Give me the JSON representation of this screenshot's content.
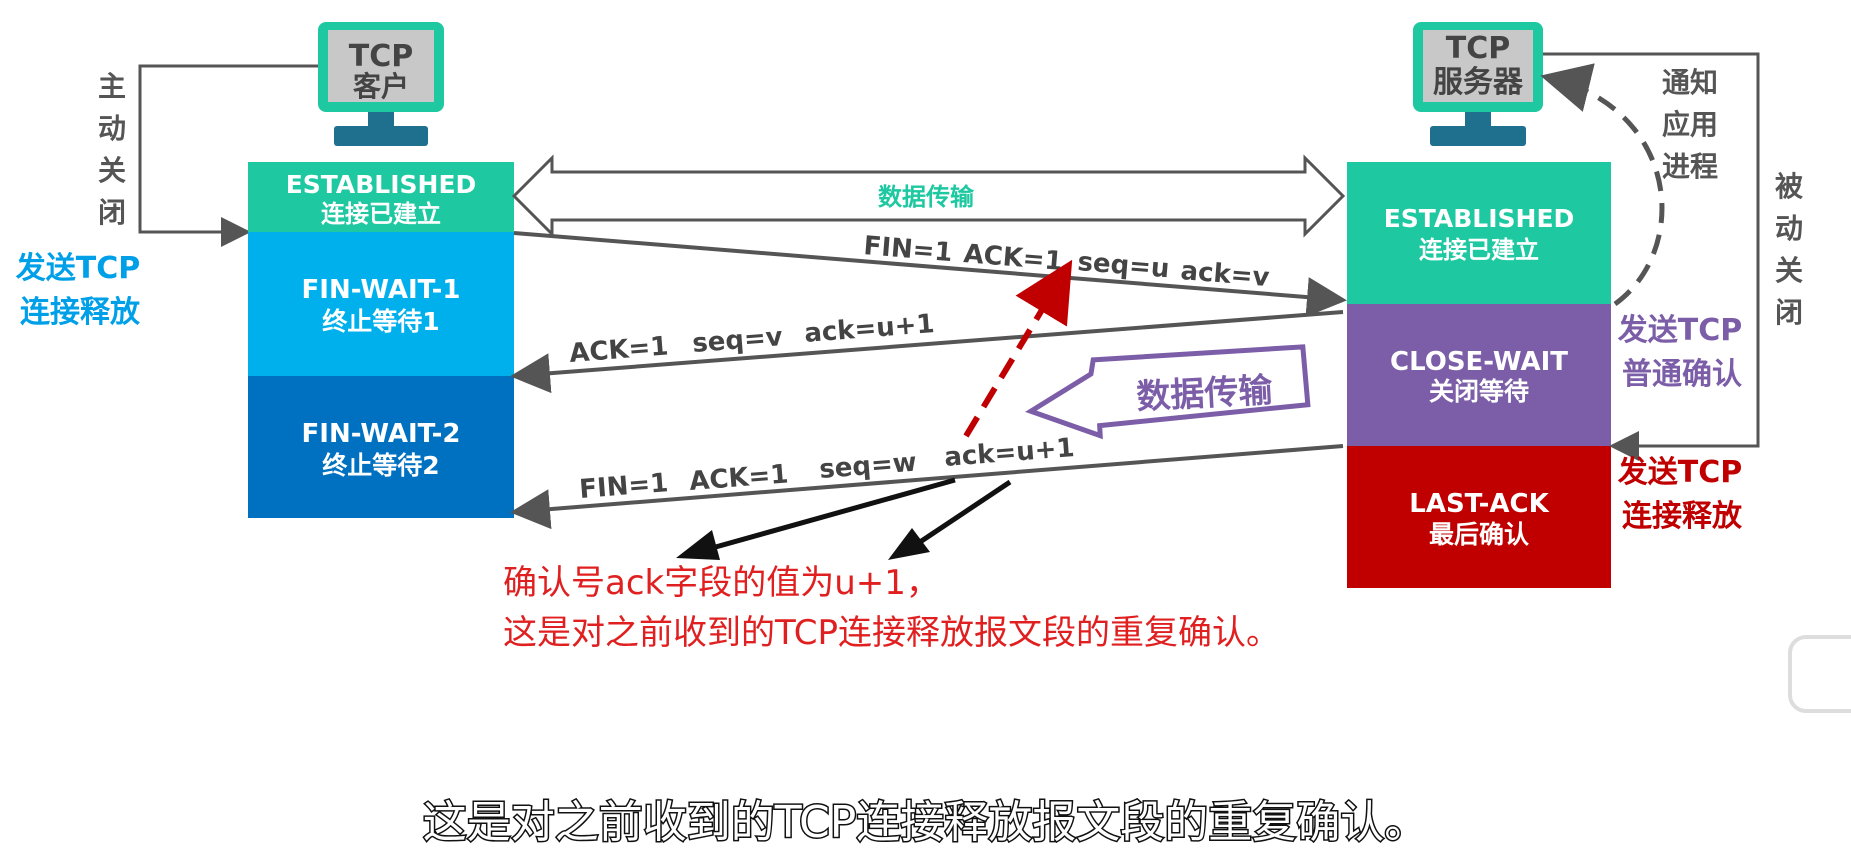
{
  "client": {
    "monitor_l1": "TCP",
    "monitor_l2": "客户",
    "active_close": [
      "主",
      "动",
      "关",
      "闭"
    ],
    "send_release_l1": "发送TCP",
    "send_release_l2": "连接释放",
    "states": [
      {
        "name": "ESTABLISHED",
        "cn": "连接已建立",
        "color": "#1ec8a0"
      },
      {
        "name": "FIN-WAIT-1",
        "cn": "终止等待1",
        "color": "#00b0ec"
      },
      {
        "name": "FIN-WAIT-2",
        "cn": "终止等待2",
        "color": "#0070c0"
      }
    ]
  },
  "server": {
    "monitor_l1": "TCP",
    "monitor_l2": "服务器",
    "notify_app": [
      "通知",
      "应用",
      "进程"
    ],
    "passive_close": [
      "被",
      "动",
      "关",
      "闭"
    ],
    "send_ack_l1": "发送TCP",
    "send_ack_l2": "普通确认",
    "send_release_l1": "发送TCP",
    "send_release_l2": "连接释放",
    "states": [
      {
        "name": "ESTABLISHED",
        "cn": "连接已建立",
        "color": "#1ec8a0"
      },
      {
        "name": "CLOSE-WAIT",
        "cn": "关闭等待",
        "color": "#7b5ea7"
      },
      {
        "name": "LAST-ACK",
        "cn": "最后确认",
        "color": "#c00000"
      }
    ]
  },
  "data_transfer_top": "数据传输",
  "data_transfer_mid": "数据传输",
  "seg1": {
    "fin": "FIN=1",
    "ack": "ACK=1",
    "seq": "seq=u",
    "ackn": "ack=v"
  },
  "seg2": {
    "ack": "ACK=1",
    "seq": "seq=v",
    "ackn": "ack=u+1"
  },
  "seg3": {
    "fin": "FIN=1",
    "ack": "ACK=1",
    "seq": "seq=w",
    "ackn": "ack=u+1"
  },
  "note_l1": "确认号ack字段的值为u+1，",
  "note_l2": "这是对之前收到的TCP连接释放报文段的重复确认。",
  "subtitle": "这是对之前收到的TCP连接释放报文段的重复确认。",
  "colors": {
    "teal": "#1ec8a0",
    "blue_text": "#00a0e9",
    "purple": "#7b5ea7",
    "red": "#c00000",
    "note_red": "#e02020"
  }
}
